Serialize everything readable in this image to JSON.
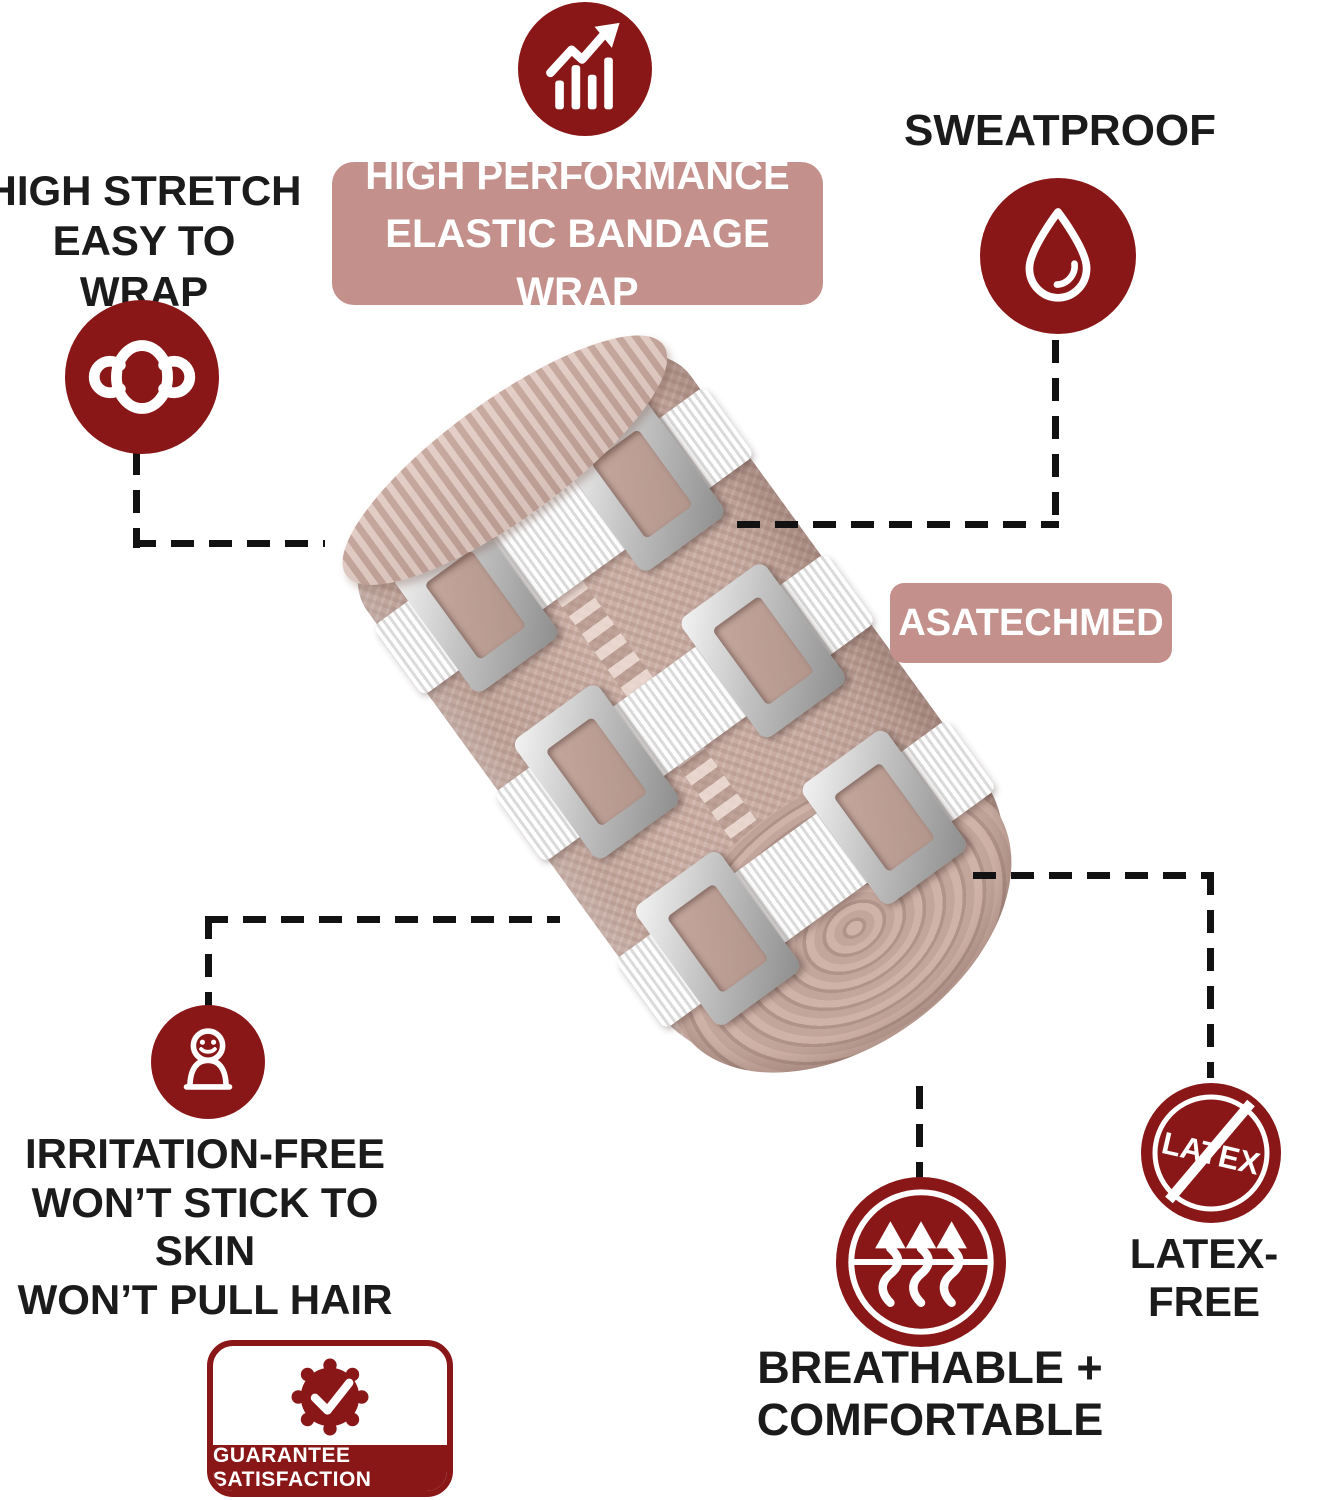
{
  "colors": {
    "maroon": "#8a1717",
    "rose": "#c4908c",
    "ink": "#1b1b1b",
    "bandage_tan": "#c6a89e",
    "elastic_white": "#f3f3f3",
    "clip_silver": "#bdbdbd"
  },
  "header": {
    "icon": "chart-up-icon",
    "line1": "HIGH PERFORMANCE",
    "line2": "ELASTIC BANDAGE WRAP"
  },
  "brand": {
    "label": "ASATECHMED"
  },
  "features": {
    "high_stretch": {
      "icon": "stretch-icon",
      "line1": "HIGH STRETCH",
      "line2": "EASY TO WRAP"
    },
    "sweatproof": {
      "icon": "water-drop-icon",
      "label": "SWEATPROOF"
    },
    "irritation_free": {
      "icon": "person-icon",
      "line1": "IRRITATION-FREE",
      "line2": "WON’T STICK TO SKIN",
      "line3": "WON’T PULL HAIR"
    },
    "breathable": {
      "icon": "breathable-arrows-icon",
      "label": "BREATHABLE + COMFORTABLE"
    },
    "latex_free": {
      "icon": "no-latex-icon",
      "badge_text": "LATEX",
      "label": "LATEX-FREE"
    }
  },
  "guarantee": {
    "icon": "check-seal-icon",
    "label": "GUARANTEE SATISFACTION"
  },
  "product": {
    "alt": "Rolled tan elastic bandage with three white elastic straps and six silver metal clips"
  }
}
